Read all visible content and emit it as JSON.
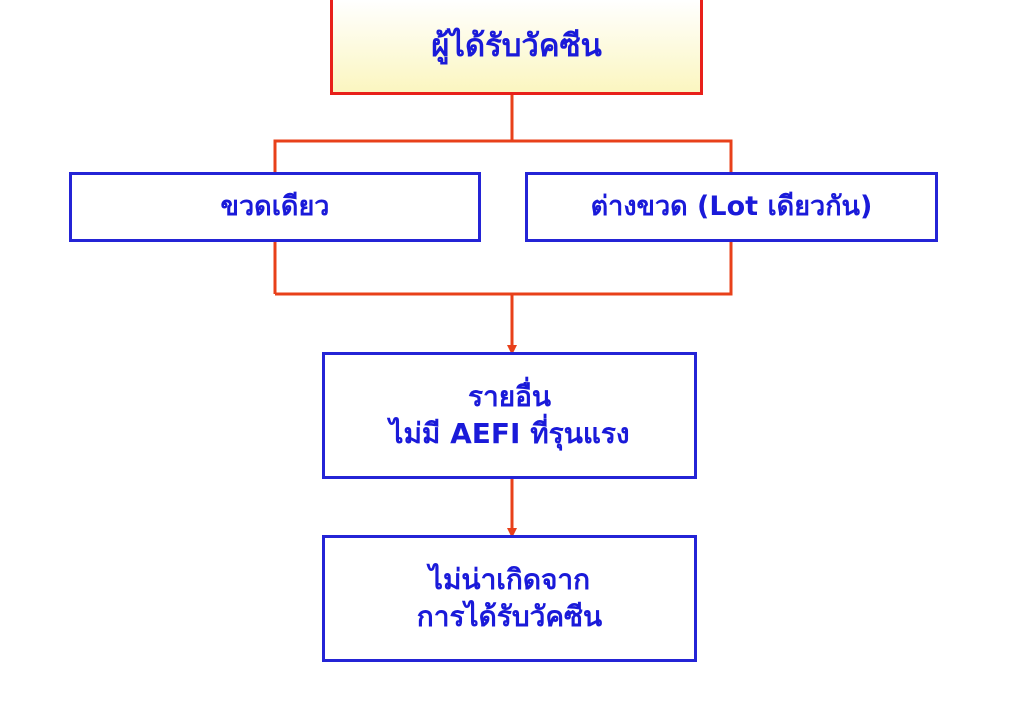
{
  "diagram": {
    "nodes": {
      "vaccine_recipient": "ผู้ได้รับวัคซีน",
      "same_vial": "ขวดเดียว",
      "different_vial": "ต่างขวด (Lot เดียวกัน)",
      "others_line1": "รายอื่น",
      "others_line2": "ไม่มี AEFI ที่รุนแรง",
      "unlikely_line1": "ไม่น่าเกิดจาก",
      "unlikely_line2": "การได้รับวัคซีน"
    },
    "edges": [
      {
        "from": "vaccine_recipient",
        "to": "same_vial"
      },
      {
        "from": "vaccine_recipient",
        "to": "different_vial"
      },
      {
        "from": "same_vial",
        "to": "others"
      },
      {
        "from": "different_vial",
        "to": "others"
      },
      {
        "from": "others",
        "to": "unlikely"
      }
    ],
    "colors": {
      "box_border": "#2424d6",
      "root_border": "#e8201a",
      "root_fill": "#fbf6c0",
      "connector": "#e8401a",
      "text": "#1a1ad9"
    }
  }
}
